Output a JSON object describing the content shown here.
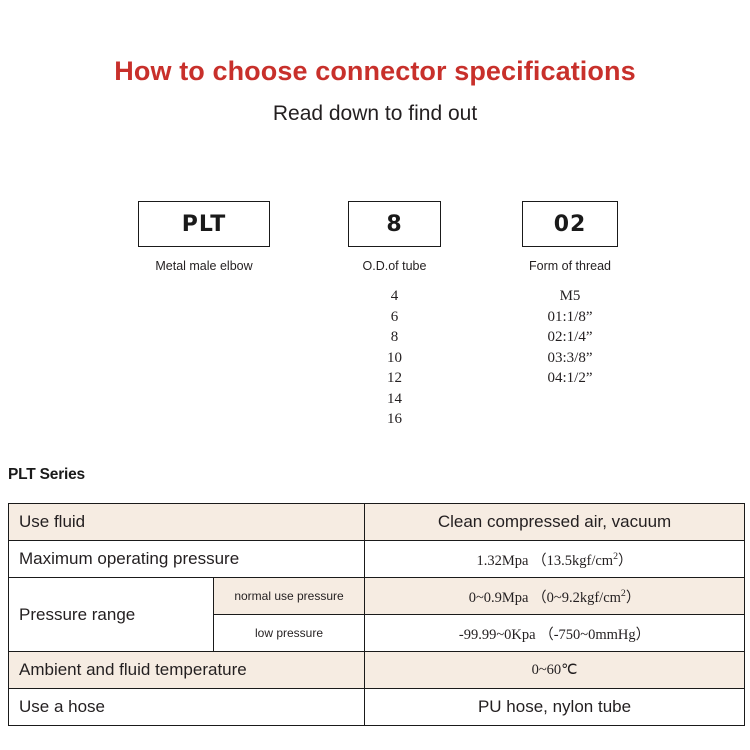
{
  "header": {
    "title": "How to choose connector specifications",
    "subtitle": "Read down to find out",
    "title_color": "#c8302b"
  },
  "code_diagram": {
    "columns": [
      {
        "code": "PLT",
        "caption": "Metal male elbow",
        "options": []
      },
      {
        "code": "8",
        "caption": "O.D.of tube",
        "options": [
          "4",
          "6",
          "8",
          "10",
          "12",
          "14",
          "16"
        ]
      },
      {
        "code": "02",
        "caption": "Form of thread",
        "options": [
          "M5",
          "01:1/8”",
          "02:1/4”",
          "03:3/8”",
          "04:1/2”"
        ]
      }
    ]
  },
  "series": {
    "heading": "PLT Series",
    "table": {
      "rows": [
        {
          "label": "Use fluid",
          "sub_label": null,
          "value": "Clean compressed air, vacuum",
          "value_size": "large",
          "shade": "beige"
        },
        {
          "label": "Maximum operating pressure",
          "sub_label": null,
          "value": "1.32Mpa （13.5kgf/cm²）",
          "value_size": "small",
          "shade": "white"
        },
        {
          "label": "Pressure range",
          "sub_label": "normal use pressure",
          "value": "0~0.9Mpa （0~9.2kgf/cm²）",
          "value_size": "small",
          "shade": "beige"
        },
        {
          "label": "",
          "sub_label": "low pressure",
          "value": "-99.99~0Kpa （-750~0mmHg）",
          "value_size": "small",
          "shade": "white"
        },
        {
          "label": "Ambient and fluid temperature",
          "sub_label": null,
          "value": "0~60℃",
          "value_size": "small",
          "shade": "beige"
        },
        {
          "label": "Use a hose",
          "sub_label": null,
          "value": "PU hose, nylon tube",
          "value_size": "large",
          "shade": "white"
        }
      ]
    }
  },
  "colors": {
    "beige": "#f6ece2",
    "white": "#ffffff",
    "border": "#1a1a1a",
    "accent": "#c8302b"
  }
}
